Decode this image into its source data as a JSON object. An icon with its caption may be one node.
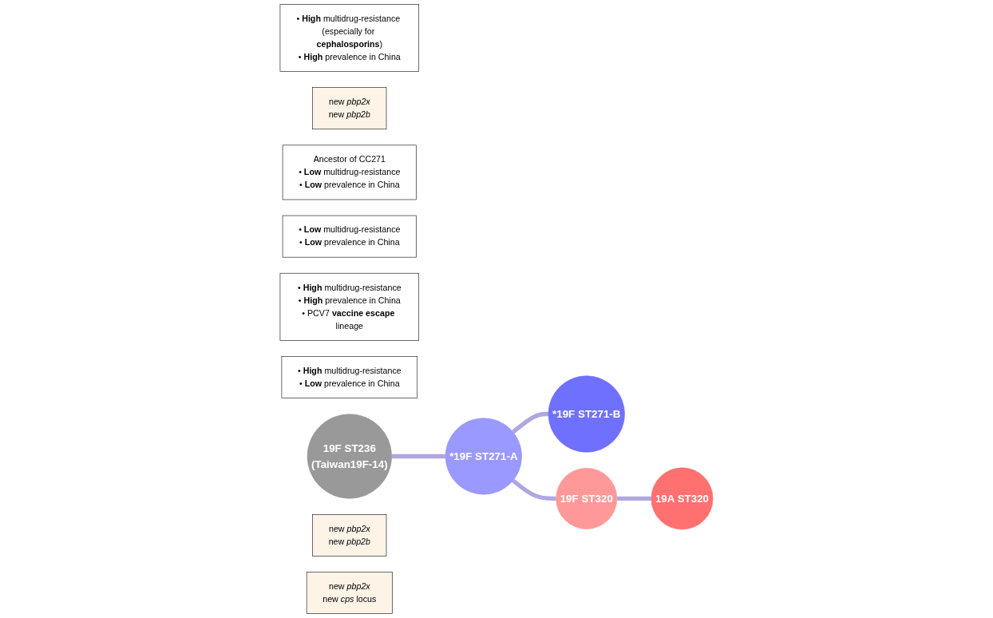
{
  "diagram": {
    "nodes": [
      {
        "text": [
          "• **High** multidrug-resistance (especially for **cephalosporins**)",
          "• **High** prevalence in China"
        ]
      },
      {
        "text": [
          "*19F ST271-B"
        ]
      },
      {
        "text": [
          "new *pbp2x*",
          "new *pbp2b*"
        ]
      },
      {
        "text": [
          "Ancestor of CC271",
          "• **Low** multidrug-resistance",
          "• **Low** prevalence in China"
        ]
      },
      {
        "text": [
          "• **Low** multidrug-resistance",
          "• **Low** prevalence in China"
        ]
      },
      {
        "text": [
          "• **High** multidrug-resistance",
          "• **High** prevalence in China",
          "• PCV7 **vaccine escape** lineage"
        ]
      },
      {
        "text": [
          "• **High** multidrug-resistance",
          "• **Low** prevalence in China"
        ]
      },
      {
        "text": [
          "19F ST236",
          "(Taiwan19F-14)"
        ]
      },
      {
        "text": [
          "*19F ST271-A"
        ]
      },
      {
        "text": [
          "19F ST320"
        ]
      },
      {
        "text": [
          "19A ST320"
        ]
      },
      {
        "text": [
          "new *pbp2x*",
          "new *pbp2b*"
        ]
      },
      {
        "text": [
          "new *pbp2x*",
          "new *cps* locus"
        ]
      }
    ],
    "edges": [
      {
        "from": 7,
        "to": 8,
        "arrow": "none"
      },
      {
        "from": 8,
        "to": 1,
        "arrow": "none"
      },
      {
        "from": 8,
        "to": 9,
        "arrow": "none"
      },
      {
        "from": 9,
        "to": 10,
        "arrow": "none"
      }
    ]
  }
}
